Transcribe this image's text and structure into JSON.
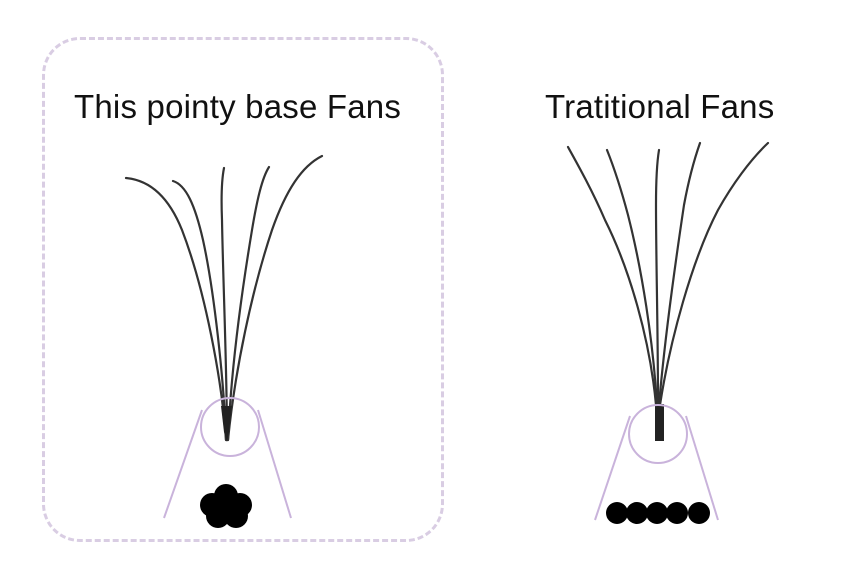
{
  "panels": {
    "pointy": {
      "title": "This pointy base Fans",
      "highlighted": true,
      "base_dot_count": 5,
      "base_shape": "cluster"
    },
    "traditional": {
      "title": "Tratitional Fans",
      "highlighted": false,
      "base_dot_count": 5,
      "base_shape": "row"
    }
  },
  "colors": {
    "frame": "#d9cde3",
    "guide": "#c9b3db",
    "lash": "#333333",
    "dot": "#000000",
    "text": "#111111"
  }
}
